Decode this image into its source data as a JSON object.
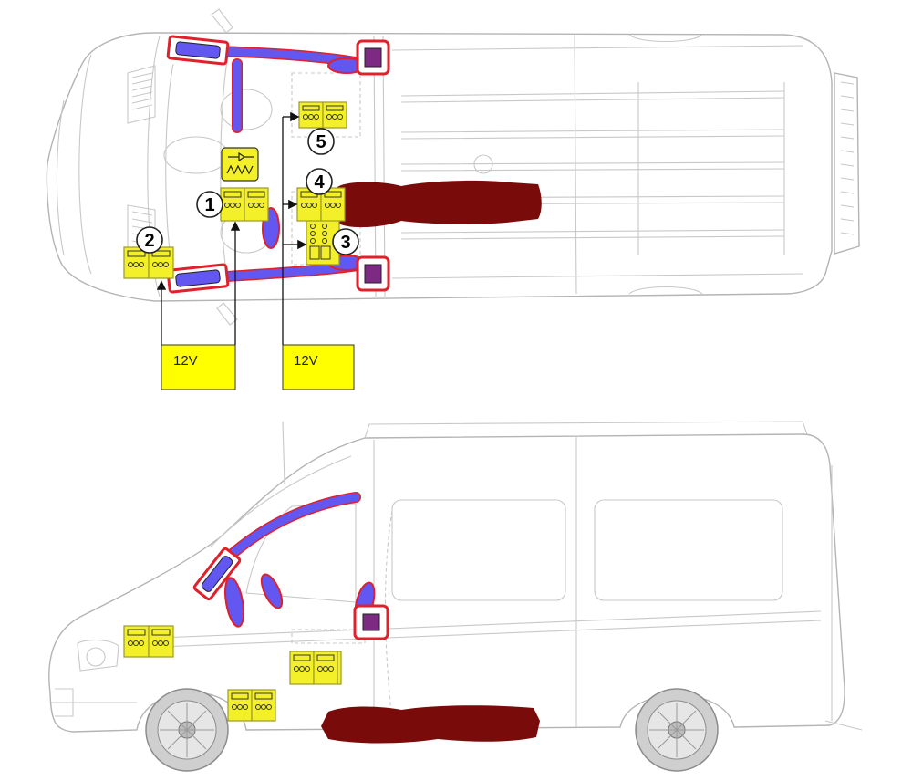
{
  "diagram": {
    "component_labels": [
      "1",
      "2",
      "3",
      "4",
      "5"
    ],
    "voltage_labels": [
      "12V",
      "12V"
    ],
    "colors": {
      "battery": "#f3f02a",
      "fuel_tank": "#7a0b0b",
      "air_duct": "#6257f0",
      "outlet_outline": "#e0202a",
      "outlet_fill": "#7c2a82",
      "voltage_box": "#ffff00",
      "vehicle_outline": "#b4b4b4"
    },
    "icons": [
      "battery-icon",
      "fuel-tank-icon",
      "heater-unit-icon",
      "air-duct-icon",
      "air-outlet-icon"
    ]
  }
}
